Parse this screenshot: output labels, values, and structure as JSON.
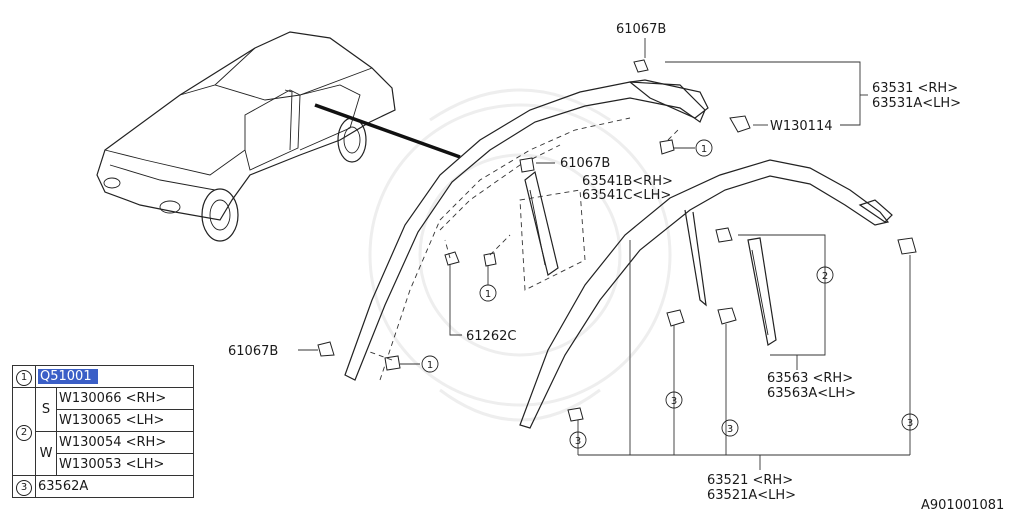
{
  "labels": {
    "clip_top": "61067B",
    "clip_mid": "61067B",
    "clip_left": "61067B",
    "molding_rh": "63531 <RH>",
    "molding_lh": "63531A<LH>",
    "clip_w": "W130114",
    "pillar_rh": "63541B<RH>",
    "pillar_lh": "63541C<LH>",
    "clip_61262": "61262C",
    "weather_rh": "63563 <RH>",
    "weather_lh": "63563A<LH>",
    "frame_rh": "63521 <RH>",
    "frame_lh": "63521A<LH>",
    "diagram_code": "A901001081"
  },
  "callouts": {
    "one": "1",
    "two": "2",
    "three": "3"
  },
  "legend": {
    "row1": {
      "key": "1",
      "part": "Q51001"
    },
    "row2": {
      "key": "2",
      "group_s": "S",
      "group_w": "W",
      "s_rh": "W130066 <RH>",
      "s_lh": "W130065 <LH>",
      "w_rh": "W130054 <RH>",
      "w_lh": "W130053 <LH>"
    },
    "row3": {
      "key": "3",
      "part": "63562A"
    }
  }
}
